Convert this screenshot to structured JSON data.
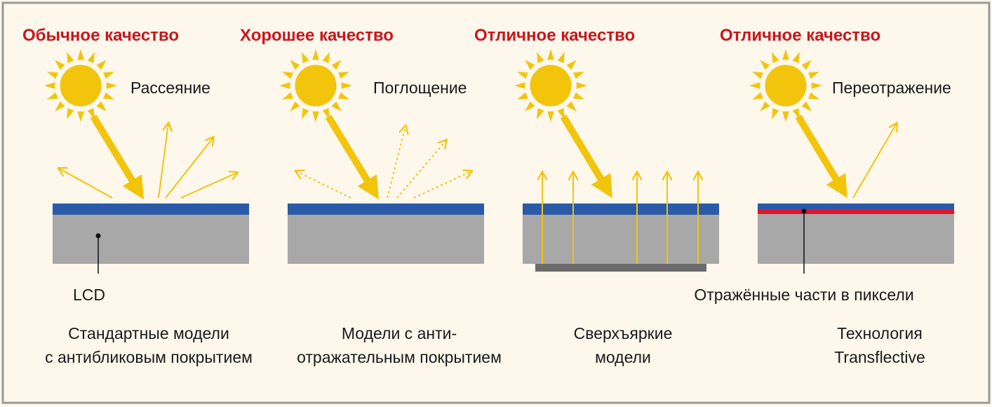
{
  "colors": {
    "background": "#fdf7ec",
    "frame": "#9a9a9a",
    "quality_text": "#c8161d",
    "sun": "#f2c50c",
    "panel_gray": "#a8a8a8",
    "coating_blue": "#2a5aa8",
    "red_layer": "#e2142d",
    "backlight_bar": "#6b6b6b"
  },
  "panels": [
    {
      "quality": "Обычное качество",
      "effect": "Рассеяние",
      "description": [
        "Стандартные модели",
        "с антибликовым покрытием"
      ],
      "sun_icon": "sun-icon",
      "layer_label": "LCD"
    },
    {
      "quality": "Хорошее качество",
      "effect": "Поглощение",
      "description": [
        "Модели с анти-",
        "отражательным покрытием"
      ],
      "sun_icon": "sun-icon"
    },
    {
      "quality": "Отличное качество",
      "description": [
        "Сверхъяркие",
        "модели"
      ],
      "sun_icon": "sun-icon"
    },
    {
      "quality": "Отличное качество",
      "effect": "Переотражение",
      "description": [
        "Технология",
        "Transflective"
      ],
      "sun_icon": "sun-icon",
      "layer_label": "Отражённые части в пиксели"
    }
  ]
}
